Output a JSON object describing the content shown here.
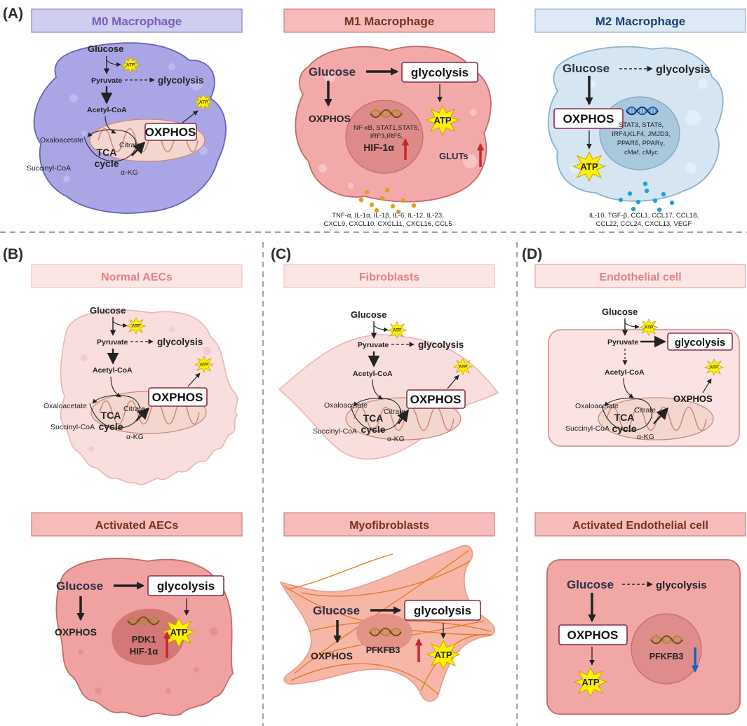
{
  "panels": {
    "a": "(A)",
    "b": "(B)",
    "c": "(C)",
    "d": "(D)"
  },
  "titles": {
    "m0": "M0 Macrophage",
    "m1": "M1 Macrophage",
    "m2": "M2 Macrophage",
    "normal_aecs": "Normal AECs",
    "fibroblasts": "Fibroblasts",
    "endothelial": "Endothelial cell",
    "activated_aecs": "Activated AECs",
    "myofibroblasts": "Myofibroblasts",
    "activated_endothelial": "Activated Endothelial cell"
  },
  "labels": {
    "glucose": "Glucose",
    "pyruvate": "Pyruvate",
    "glycolysis": "glycolysis",
    "acetyl_coa": "Acetyl-CoA",
    "oxaloacetate": "Oxaloacetate",
    "citrate": "Citrate",
    "tca_1": "TCA",
    "tca_2": "cycle",
    "succinyl_coa": "Succinyl-CoA",
    "akg": "α-KG",
    "oxphos": "OXPHOS",
    "atp": "ATP",
    "gluts": "GLUTs",
    "hif": "HIF-1α",
    "pdk1": "PDK1",
    "pfkfb3": "PFKFB3"
  },
  "m1_genes": [
    "NF-κB, STAT1,STAT5,",
    "IRF3,IRF5,"
  ],
  "m2_genes": [
    "STAT3, STAT6,",
    "IRF4,KLF4, JMJD3,",
    "PPARδ, PPARγ,",
    "cMaf, cMyc"
  ],
  "m1_cytokines": [
    "TNF-α, IL-1α, IL-1β, IL-6, IL-12, IL-23,",
    "CXCL9, CXCL10, CXCL11, CXCL16, CCL5"
  ],
  "m2_cytokines": [
    "IL-10, TGF-β, CCL1, CCL17, CCL18,",
    "CCL22, CCL24, CXCL13, VEGF"
  ],
  "colors": {
    "m0_title_fill": "#cfcdf0",
    "m0_title_text": "#7b5cb8",
    "m1_title_fill": "#f6bcbc",
    "m1_title_text": "#7a3020",
    "m2_title_fill": "#dde9f5",
    "m2_title_text": "#1f3e78",
    "light_title_fill": "#fbe5e5",
    "light_title_text": "#e28484",
    "dark_title_fill": "#f6bcbc",
    "dark_title_text": "#7a3020",
    "up_arrow": "#c62828",
    "down_arrow": "#1565c0"
  }
}
